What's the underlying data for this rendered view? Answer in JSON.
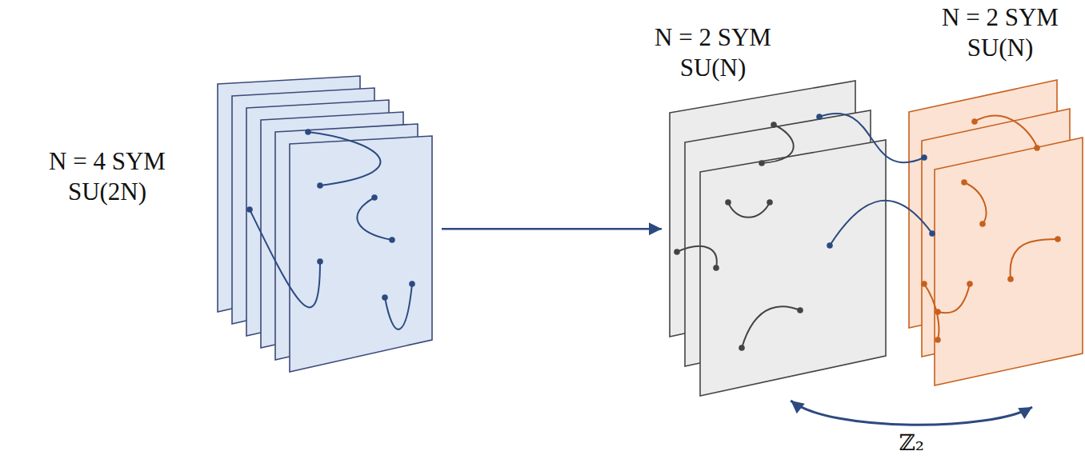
{
  "diagram": {
    "nodes": [
      {
        "text": [
          "N = 4 SYM",
          "SU(2N)"
        ]
      },
      {
        "text": [
          "N = 2 SYM",
          "SU(N)"
        ]
      },
      {
        "text": [
          "N = 2 SYM",
          "SU(N)"
        ]
      }
    ],
    "edges": [
      {
        "from": 0,
        "to": 1,
        "arrow": "to"
      },
      {
        "from": 1,
        "to": 2,
        "arrow": "both",
        "label": "ℤ₂"
      }
    ]
  }
}
